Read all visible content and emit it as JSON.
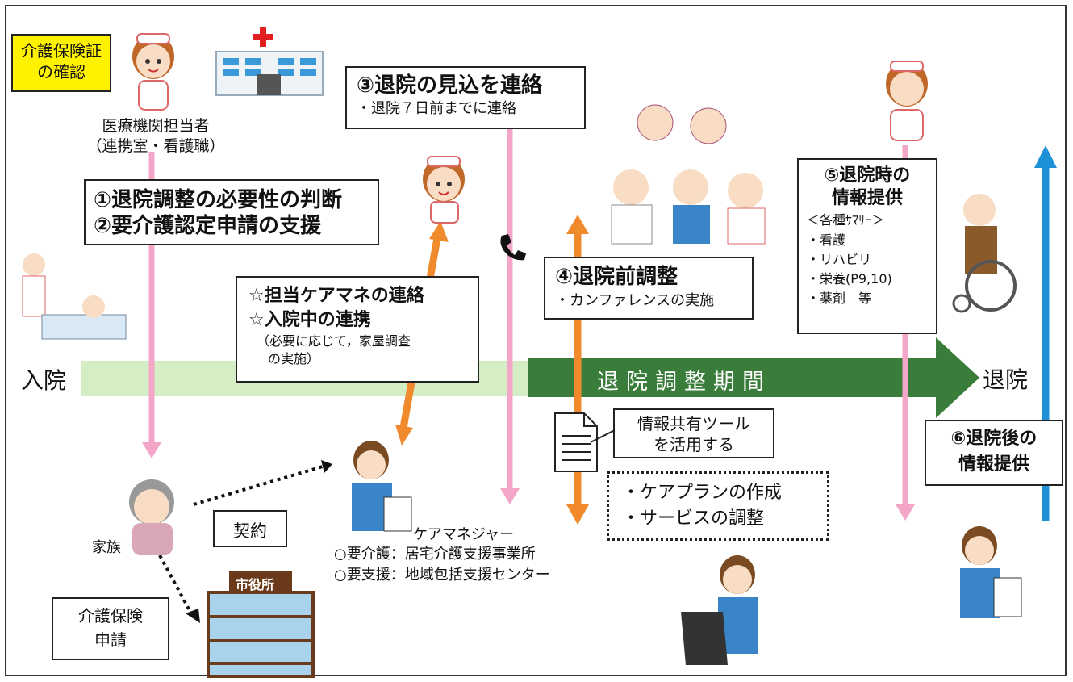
{
  "diagram": {
    "title_line1": "",
    "insurance_check": [
      "介護保険証",
      "の確認"
    ],
    "hospital_staff": [
      "医療機関担当者",
      "（連携室・看護職）"
    ],
    "step12": [
      "①退院調整の必要性の判断",
      "②要介護認定申請の支援"
    ],
    "step3_title": "③退院の見込を連絡",
    "step3_sub": "・退院７日前までに連絡",
    "star_lines": [
      "☆担当ケアマネの連絡",
      "☆入院中の連携",
      "（必要に応じて，家屋調査",
      "の実施）"
    ],
    "step4_title": "④退院前調整",
    "step4_sub": "・カンファレンスの実施",
    "step5": [
      "⑤退院時の",
      "情報提供",
      "＜各種ｻﾏﾘｰ＞",
      "・看護",
      "・リハビリ",
      "・栄養(P9,10)",
      "・薬剤　等"
    ],
    "admission": "入院",
    "period": "退院調整期間",
    "discharge": "退院",
    "info_tool": [
      "情報共有ツール",
      "を活用する"
    ],
    "careplan": [
      "・ケアプランの作成",
      "・サービスの調整"
    ],
    "step6": [
      "⑥退院後の",
      "情報提供"
    ],
    "family": "家族",
    "contract": "契約",
    "care_manager": "ケアマネジャー",
    "care_types": [
      "○要介護：居宅介護支援事業所",
      "○要支援：地域包括支援センター"
    ],
    "city_hall": "市役所",
    "apply": [
      "介護保険",
      "申請"
    ],
    "colors": {
      "pink": "#f4a6c8",
      "orange": "#f08a2c",
      "blue": "#1e90d8",
      "green_light": "#d5edc4",
      "green_dark": "#3a7d3a",
      "yellow": "#fff200"
    },
    "icons": [
      "hospital-icon",
      "nurse-icon",
      "phone-icon",
      "document-icon",
      "wheelchair-icon",
      "doctor-icon",
      "laptop-icon"
    ]
  }
}
